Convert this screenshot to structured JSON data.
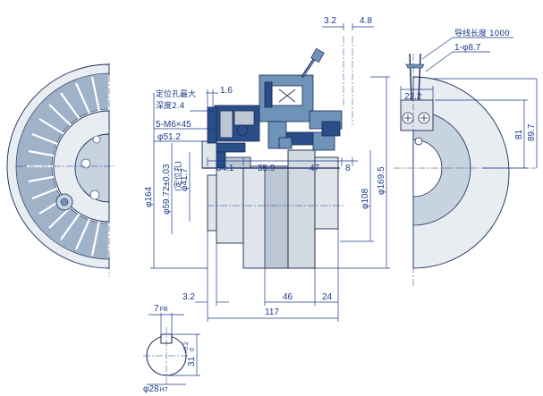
{
  "dimensions": {
    "d_3_2_top": "3.2",
    "d_4_8_top": "4.8",
    "d_1_6": "1.6",
    "note_locate_hole_depth_line1": "定位孔最大",
    "note_locate_hole_depth_line2": "深度2.4",
    "d_5_m6x45": "5-M6×45",
    "d_phi_51_2": "φ51.2",
    "d_34_1": "34.1",
    "d_35_9": "35.9",
    "d_47": "47",
    "d_8": "8",
    "d_phi_164": "φ164",
    "d_phi_59_72": "φ59.72±0.03",
    "d_locating_hole": "(定位孔)",
    "d_phi_41_7": "φ41.7",
    "d_phi_108": "φ108",
    "d_phi_169_5": "φ169.5",
    "d_3_2_bottom": "3.2",
    "d_46": "46",
    "d_24": "24",
    "d_117": "117",
    "d_7_fb": "7",
    "d_7_fb_sub": "FB",
    "d_31_tol": "31",
    "d_31_tol_sup": "+0.2",
    "d_31_tol_sub": "0",
    "d_phi_28": "φ28",
    "d_phi_28_sub": "H7",
    "note_lead_length": "导线长度 1000",
    "d_1_phi_8_7": "1-φ8.7",
    "d_22_2": "22.2",
    "d_81": "81",
    "d_89_7": "89.7"
  }
}
